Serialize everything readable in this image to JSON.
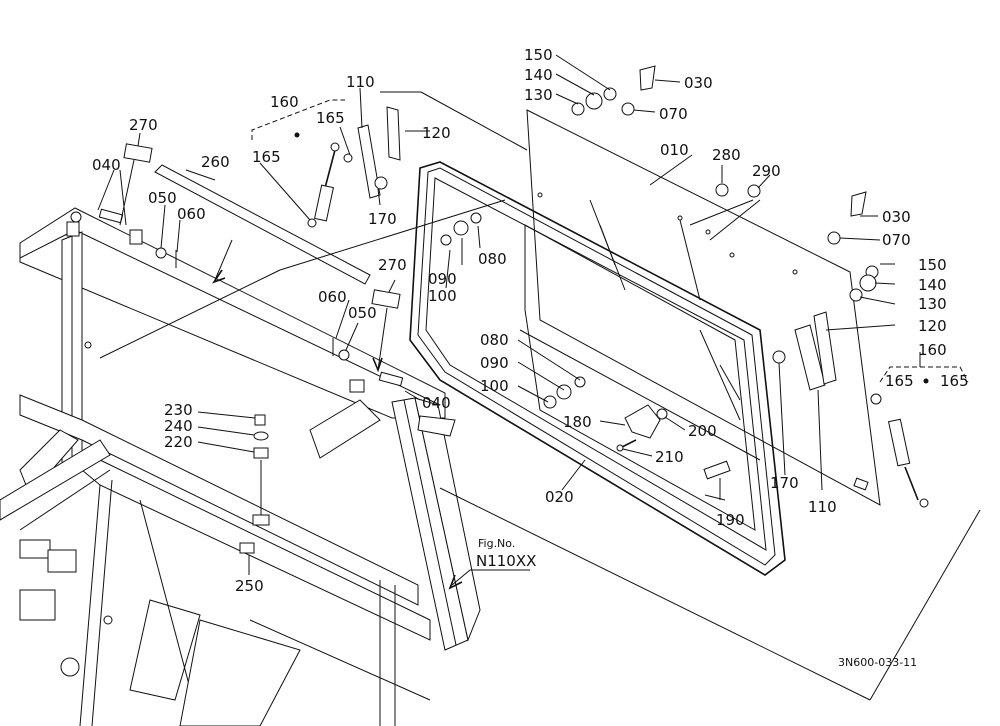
{
  "labels": {
    "l150a": "150",
    "l140a": "140",
    "l130a": "130",
    "l030a": "030",
    "l070a": "070",
    "l110a": "110",
    "l160a": "160",
    "l165a": "165",
    "l165b": "165",
    "l120a": "120",
    "l170a": "170",
    "l270a": "270",
    "l260": "260",
    "l040a": "040",
    "l050a": "050",
    "l060a": "060",
    "l010": "010",
    "l280": "280",
    "l290": "290",
    "l080a": "080",
    "l090a": "090",
    "l100a": "100",
    "l270b": "270",
    "l060b": "060",
    "l050b": "050",
    "l040b": "040",
    "l080b": "080",
    "l090b": "090",
    "l100b": "100",
    "l180": "180",
    "l200": "200",
    "l210": "210",
    "l190": "190",
    "l020": "020",
    "l030b": "030",
    "l070b": "070",
    "l150b": "150",
    "l140b": "140",
    "l130b": "130",
    "l120b": "120",
    "l160b": "160",
    "l165c": "165",
    "l165d": "165",
    "l170b": "170",
    "l110b": "110",
    "l230": "230",
    "l240": "240",
    "l220": "220",
    "l250": "250"
  },
  "fig_ref": {
    "line1": "Fig.No.",
    "line2": "N110XX"
  },
  "drawing_code": "3N600-033-11"
}
